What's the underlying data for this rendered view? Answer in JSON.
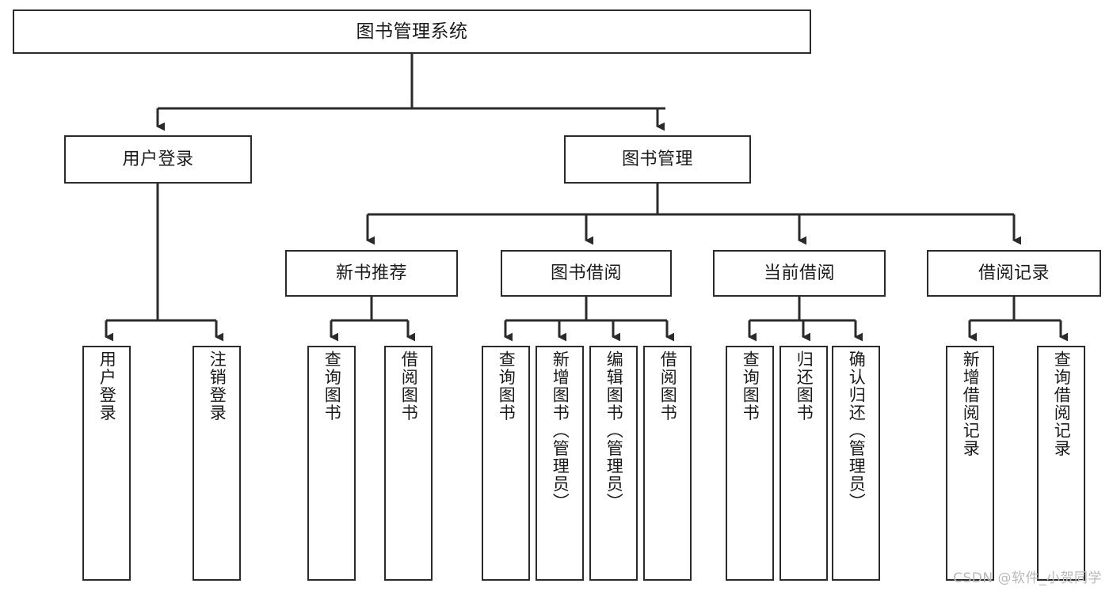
{
  "diagram": {
    "title": "图书管理系统",
    "type": "tree",
    "watermark": "CSDN @软件_小贺同学",
    "colors": {
      "box_border": "#2b2b2b",
      "box_fill": "#ffffff",
      "line": "#2b2b2b",
      "text": "#1a1a1a",
      "watermark": "#b9b9b9",
      "background": "#ffffff"
    },
    "nodes": {
      "root": {
        "label": "图书管理系统"
      },
      "level2": [
        {
          "id": "user-login",
          "label": "用户登录"
        },
        {
          "id": "book-manage",
          "label": "图书管理"
        }
      ],
      "level3": [
        {
          "id": "new-book-recommend",
          "label": "新书推荐"
        },
        {
          "id": "book-borrow",
          "label": "图书借阅"
        },
        {
          "id": "current-borrow",
          "label": "当前借阅"
        },
        {
          "id": "borrow-record",
          "label": "借阅记录"
        }
      ],
      "leaves": {
        "user-login": [
          {
            "id": "leaf-user-login",
            "label": "用户登录"
          },
          {
            "id": "leaf-logout-login",
            "label": "注销登录"
          }
        ],
        "new-book-recommend": [
          {
            "id": "leaf-query-book-1",
            "label": "查询图书"
          },
          {
            "id": "leaf-borrow-book-1",
            "label": "借阅图书"
          }
        ],
        "book-borrow": [
          {
            "id": "leaf-query-book-2",
            "label": "查询图书"
          },
          {
            "id": "leaf-add-book",
            "label": "新增图书（管理员）"
          },
          {
            "id": "leaf-edit-book",
            "label": "编辑图书（管理员）"
          },
          {
            "id": "leaf-borrow-book-2",
            "label": "借阅图书"
          }
        ],
        "current-borrow": [
          {
            "id": "leaf-query-book-3",
            "label": "查询图书"
          },
          {
            "id": "leaf-return-book",
            "label": "归还图书"
          },
          {
            "id": "leaf-confirm-return",
            "label": "确认归还（管理员）"
          }
        ],
        "borrow-record": [
          {
            "id": "leaf-add-record",
            "label": "新增借阅记录"
          },
          {
            "id": "leaf-query-record",
            "label": "查询借阅记录"
          }
        ]
      }
    }
  }
}
